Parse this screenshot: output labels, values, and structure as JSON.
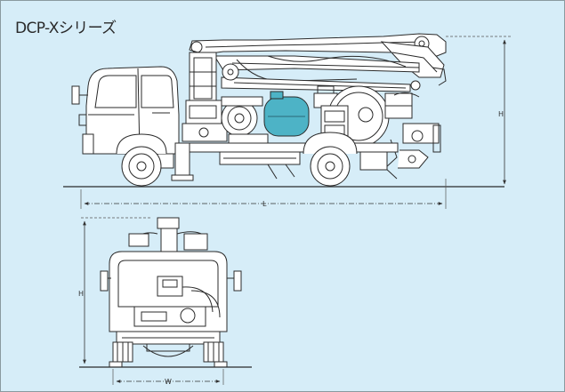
{
  "title": "DCP-Xシリーズ",
  "colors": {
    "background": "#d6edf8",
    "linework": "#2b2b2b",
    "tank_accent": "#4db3c6",
    "frame": "#8a9aa0"
  },
  "icons": {
    "side": "concrete-pump-truck-side-view",
    "rear": "concrete-pump-truck-rear-view"
  },
  "dimensions": {
    "side_height": "H",
    "side_length": "L",
    "rear_height": "H",
    "rear_width": "W"
  }
}
